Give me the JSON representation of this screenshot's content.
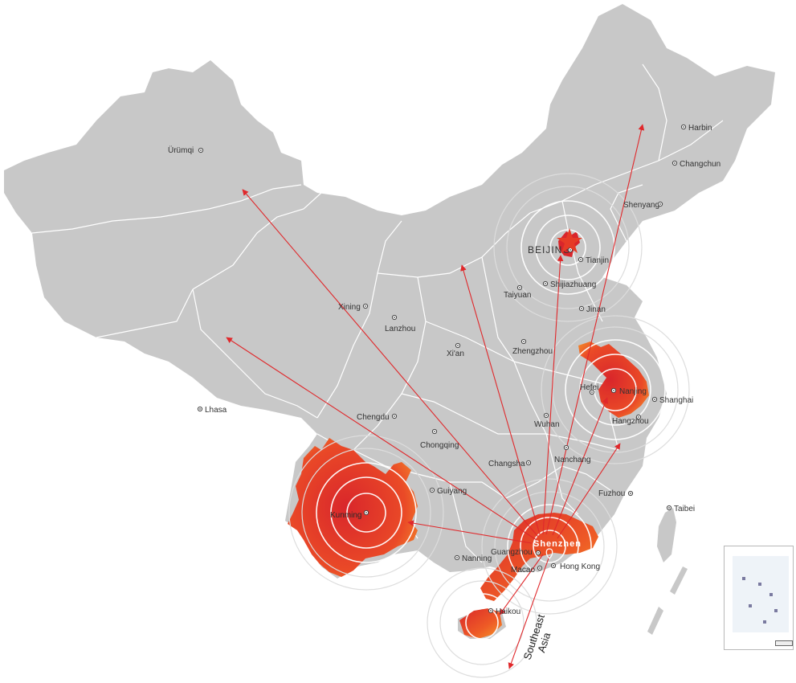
{
  "hub": "Shenzhen",
  "destination": {
    "line1": "Southeast",
    "line2": "Asia"
  },
  "cities": {
    "urumqi": "Ürümqi",
    "harbin": "Harbin",
    "changchun": "Changchun",
    "shenyang": "Shenyang",
    "beijing": "BEIJING",
    "tianjin": "Tianjin",
    "taiyuan": "Taiyuan",
    "shijiazhuang": "Shijiazhuang",
    "jinan": "Jinan",
    "xining": "Xining",
    "lanzhou": "Lanzhou",
    "xian": "Xi'an",
    "zhengzhou": "Zhengzhou",
    "hefei": "Hefei",
    "nanjing": "Nanjing",
    "shanghai": "Shanghai",
    "hangzhou": "Hangzhou",
    "lhasa": "Lhasa",
    "chengdu": "Chengdu",
    "chongqing": "Chongqing",
    "wuhan": "Wuhan",
    "changsha": "Changsha",
    "nanchang": "Nanchang",
    "guiyang": "Guiyang",
    "kunming": "Kunming",
    "fuzhou": "Fuzhou",
    "taibei": "Taibei",
    "nanning": "Nanning",
    "guangzhou": "Guangzhou",
    "macao": "Macao",
    "hongkong": "Hong Kong",
    "haikou": "Haikou"
  },
  "colors": {
    "land": "#c8c8c8",
    "border": "#ffffff",
    "arrow": "#e0282b",
    "heat_center": "#d9262b",
    "heat_edge": "#f59a2b",
    "ring": "#ffffff"
  }
}
